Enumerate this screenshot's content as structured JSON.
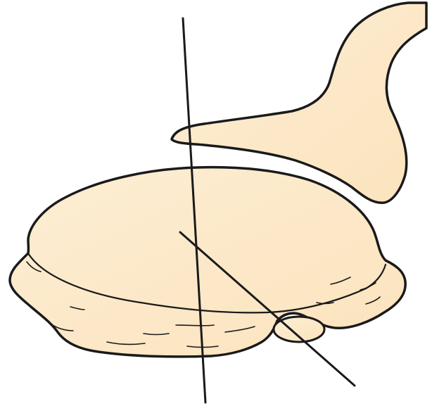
{
  "figure": {
    "subject": "bone-cross-section-with-axis-lines",
    "colors": {
      "background": "#ffffff",
      "bone_fill": "#fbe6c4",
      "bone_fill_light": "#fdeed4",
      "outline": "#1a1a1a",
      "axis_line": "#1a1a1a"
    },
    "elements": [
      {
        "name": "acromion-process",
        "icon": "bone-shape"
      },
      {
        "name": "humeral-head",
        "icon": "bone-shape"
      },
      {
        "name": "bicipital-groove-tendon",
        "icon": "oval"
      },
      {
        "name": "vertical-axis-line",
        "icon": "line"
      },
      {
        "name": "oblique-axis-line",
        "icon": "line"
      }
    ]
  }
}
